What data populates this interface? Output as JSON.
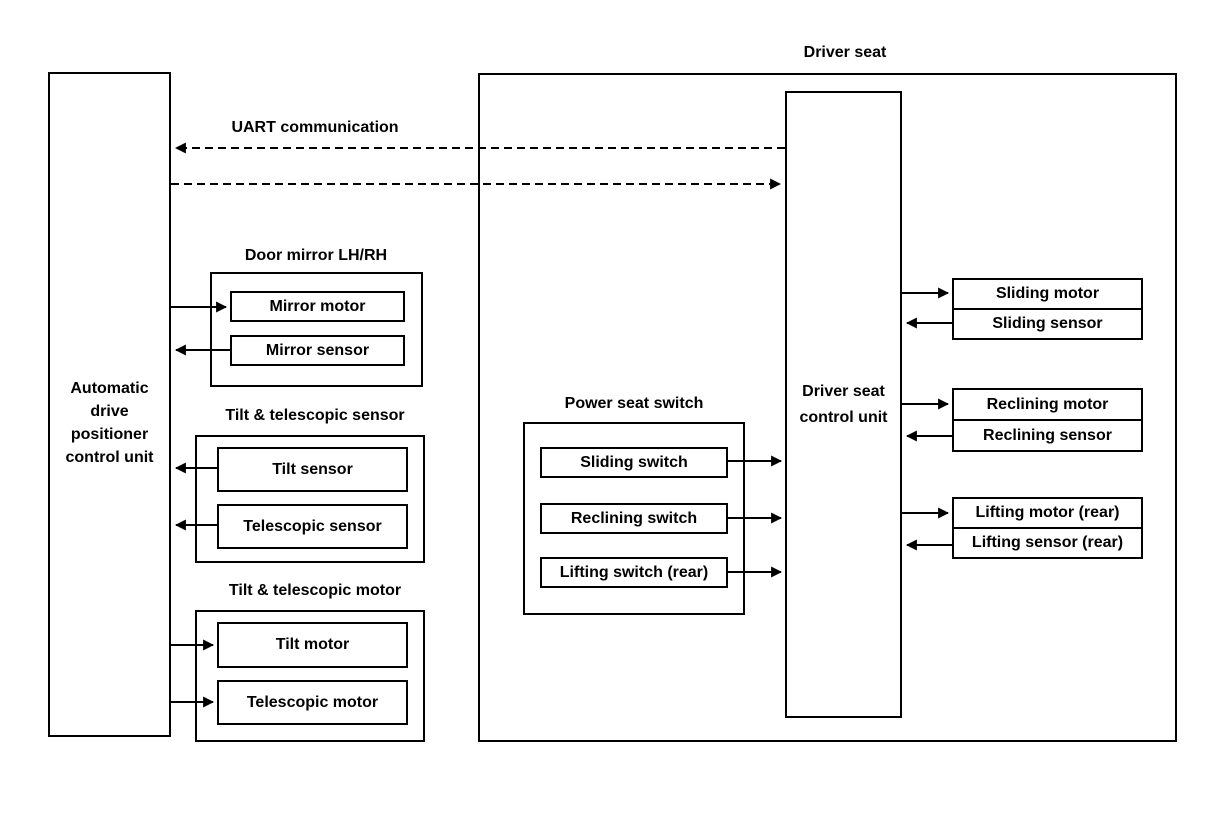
{
  "labels": {
    "driver_seat_title": "Driver seat",
    "uart": "UART communication"
  },
  "adp_unit": {
    "line1": "Automatic",
    "line2": "drive",
    "line3": "positioner",
    "line4": "control unit"
  },
  "ds_unit": {
    "line1": "Driver seat",
    "line2": "control unit"
  },
  "door_mirror": {
    "title": "Door mirror LH/RH",
    "motor": "Mirror motor",
    "sensor": "Mirror sensor"
  },
  "tilt_telescopic_sensor": {
    "title": "Tilt & telescopic sensor",
    "tilt": "Tilt sensor",
    "telescopic": "Telescopic sensor"
  },
  "tilt_telescopic_motor": {
    "title": "Tilt & telescopic motor",
    "tilt": "Tilt motor",
    "telescopic": "Telescopic motor"
  },
  "power_seat_switch": {
    "title": "Power seat switch",
    "sliding": "Sliding switch",
    "reclining": "Reclining switch",
    "lifting": "Lifting switch (rear)"
  },
  "sliding": {
    "motor": "Sliding motor",
    "sensor": "Sliding sensor"
  },
  "reclining": {
    "motor": "Reclining motor",
    "sensor": "Reclining sensor"
  },
  "lifting": {
    "motor": "Lifting motor (rear)",
    "sensor": "Lifting sensor (rear)"
  },
  "colors": {
    "line": "#000000",
    "background": "#ffffff"
  }
}
